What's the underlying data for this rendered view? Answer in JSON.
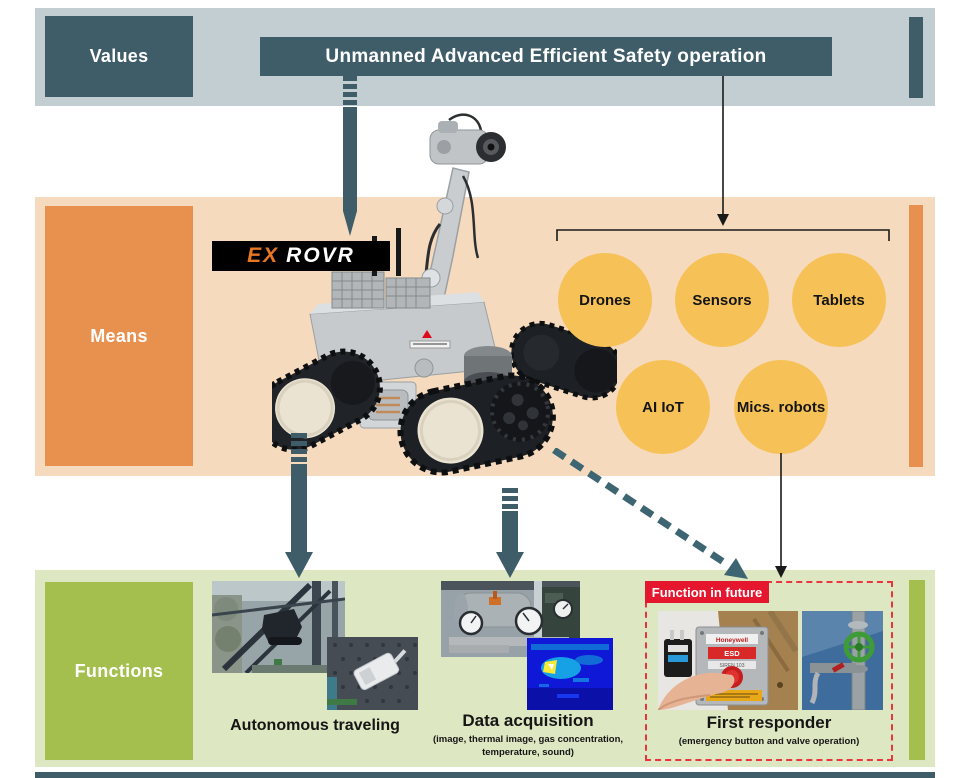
{
  "colors": {
    "slate": "#3e5d69",
    "top_band": "#c3ced3",
    "means_band": "#f5dabe",
    "orange": "#e8914e",
    "circle_yellow": "#f6c257",
    "functions_band": "#dde7c2",
    "green": "#a4bf4d",
    "badge_red": "#e5172f",
    "logo_orange": "#e87722"
  },
  "values": {
    "label": "Values",
    "title": "Unmanned Advanced Efficient Safety operation"
  },
  "means": {
    "label": "Means",
    "logo": {
      "ex": "EX",
      "rovr": "ROVR"
    },
    "circles": [
      {
        "label": "Drones"
      },
      {
        "label": "Sensors"
      },
      {
        "label": "Tablets"
      },
      {
        "label": "AI IoT"
      },
      {
        "label": "Mics. robots"
      }
    ]
  },
  "functions": {
    "label": "Functions",
    "badge": "Function in future",
    "items": [
      {
        "caption": "Autonomous traveling",
        "subcaption": ""
      },
      {
        "caption": "Data acquisition",
        "subcaption": "(image, thermal image, gas concentration, temperature, sound)"
      },
      {
        "caption": "First responder",
        "subcaption": "(emergency button and valve operation)"
      }
    ]
  }
}
